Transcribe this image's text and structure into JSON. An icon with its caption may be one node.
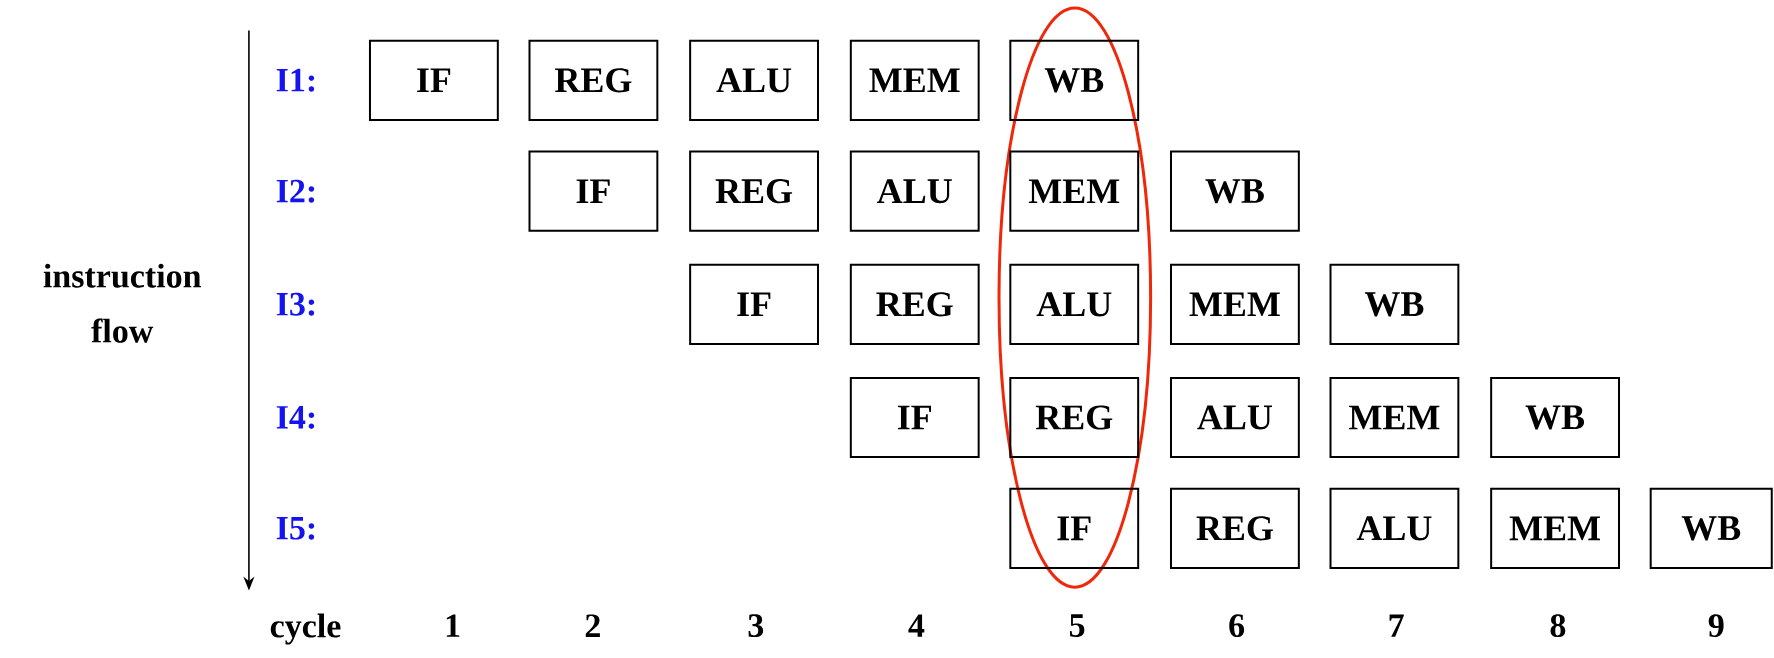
{
  "diagram": {
    "nodes": [
      {
        "text": [
          "IF"
        ]
      },
      {
        "text": [
          "REG"
        ]
      },
      {
        "text": [
          "ALU"
        ]
      },
      {
        "text": [
          "MEM"
        ]
      },
      {
        "text": [
          "WB"
        ]
      },
      {
        "text": [
          "IF"
        ]
      },
      {
        "text": [
          "REG"
        ]
      },
      {
        "text": [
          "ALU"
        ]
      },
      {
        "text": [
          "MEM"
        ]
      },
      {
        "text": [
          "WB"
        ]
      },
      {
        "text": [
          "IF"
        ]
      },
      {
        "text": [
          "REG"
        ]
      },
      {
        "text": [
          "ALU"
        ]
      },
      {
        "text": [
          "MEM"
        ]
      },
      {
        "text": [
          "WB"
        ]
      },
      {
        "text": [
          "IF"
        ]
      },
      {
        "text": [
          "REG"
        ]
      },
      {
        "text": [
          "ALU"
        ]
      },
      {
        "text": [
          "MEM"
        ]
      },
      {
        "text": [
          "WB"
        ]
      },
      {
        "text": [
          "IF"
        ]
      },
      {
        "text": [
          "REG"
        ]
      },
      {
        "text": [
          "ALU"
        ]
      },
      {
        "text": [
          "MEM"
        ]
      },
      {
        "text": [
          "WB"
        ]
      }
    ],
    "labels": [
      "instruction flow",
      "I1:",
      "I2:",
      "I3:",
      "I4:",
      "I5:",
      "cycle",
      "1",
      "2",
      "3",
      "4",
      "5",
      "6",
      "7",
      "8",
      "9"
    ]
  }
}
